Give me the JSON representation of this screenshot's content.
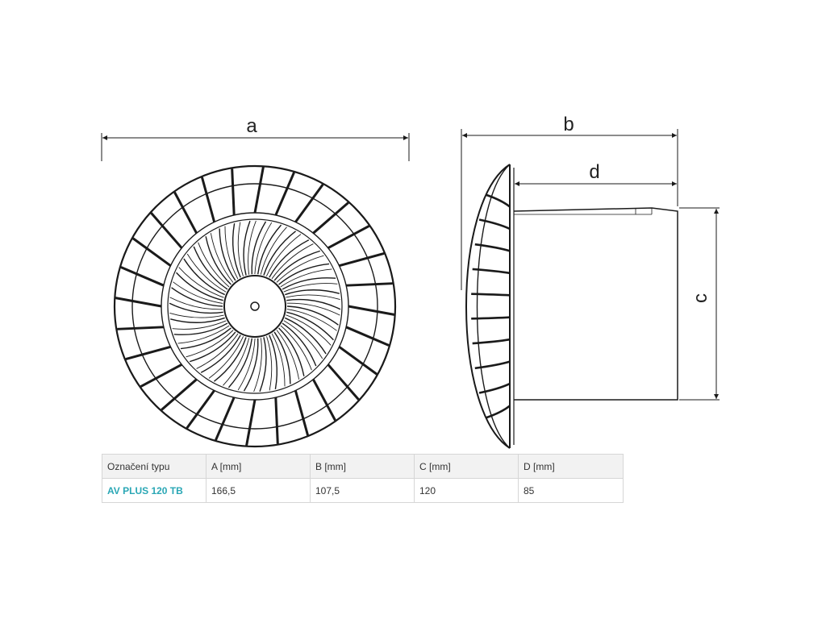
{
  "dimension_labels": {
    "a": "a",
    "b": "b",
    "c": "c",
    "d": "d"
  },
  "icons": {
    "front_view": "fan-grille-front-view",
    "side_view": "fan-side-profile-view"
  },
  "table": {
    "headers": [
      "Označení typu",
      "A [mm]",
      "B [mm]",
      "C [mm]",
      "D [mm]"
    ],
    "rows": [
      {
        "model": "AV PLUS 120 TB",
        "a": "166,5",
        "b": "107,5",
        "c": "120",
        "d": "85"
      }
    ]
  },
  "colors": {
    "line": "#1a1a1a",
    "model_text": "#2aa7b5",
    "header_bg": "#f2f2f2",
    "border": "#d6d6d6"
  }
}
